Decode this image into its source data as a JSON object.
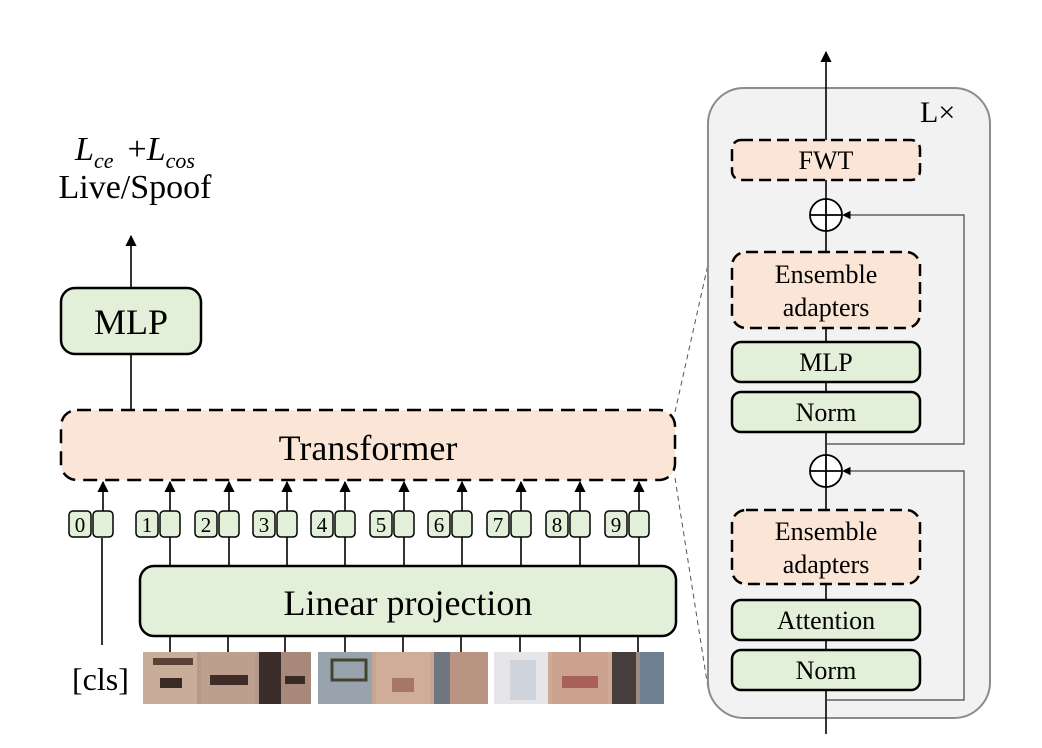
{
  "loss": {
    "part1_base": "L",
    "part1_sub": "ce",
    "plus": "+",
    "part2_base": "L",
    "part2_sub": "cos"
  },
  "output_label": "Live/Spoof",
  "mlp_head_label": "MLP",
  "transformer_label": "Transformer",
  "linear_projection_label": "Linear projection",
  "cls_label": "[cls]",
  "token_indices": [
    "0",
    "1",
    "2",
    "3",
    "4",
    "5",
    "6",
    "7",
    "8",
    "9"
  ],
  "detail": {
    "repeat_label": "L×",
    "fwt_label": "FWT",
    "ensemble_top_line1": "Ensemble",
    "ensemble_top_line2": "adapters",
    "mlp_label": "MLP",
    "norm_top_label": "Norm",
    "ensemble_bottom_line1": "Ensemble",
    "ensemble_bottom_line2": "adapters",
    "attention_label": "Attention",
    "norm_bottom_label": "Norm"
  },
  "colors": {
    "green_fill": "#e2efd9",
    "pink_fill": "#fbe5d6",
    "panel_fill": "#f2f2f2"
  }
}
